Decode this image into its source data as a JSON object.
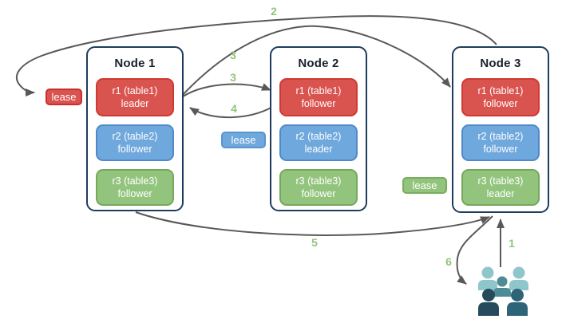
{
  "diagram": {
    "title": "range-lease-replication-diagram",
    "nodes": [
      {
        "title": "Node 1",
        "replicas": [
          {
            "range": "r1 (table1)",
            "role": "leader",
            "color": "red"
          },
          {
            "range": "r2 (table2)",
            "role": "follower",
            "color": "blue"
          },
          {
            "range": "r3 (table3)",
            "role": "follower",
            "color": "green"
          }
        ]
      },
      {
        "title": "Node 2",
        "replicas": [
          {
            "range": "r1 (table1)",
            "role": "follower",
            "color": "red"
          },
          {
            "range": "r2 (table2)",
            "role": "leader",
            "color": "blue"
          },
          {
            "range": "r3 (table3)",
            "role": "follower",
            "color": "green"
          }
        ]
      },
      {
        "title": "Node 3",
        "replicas": [
          {
            "range": "r1 (table1)",
            "role": "follower",
            "color": "red"
          },
          {
            "range": "r2 (table2)",
            "role": "follower",
            "color": "blue"
          },
          {
            "range": "r3 (table3)",
            "role": "leader",
            "color": "green"
          }
        ]
      }
    ],
    "leases": [
      {
        "label": "lease",
        "color": "red"
      },
      {
        "label": "lease",
        "color": "blue"
      },
      {
        "label": "lease",
        "color": "green"
      }
    ],
    "steps": {
      "s1": "1",
      "s2": "2",
      "s3a": "3",
      "s3b": "3",
      "s4": "4",
      "s5": "5",
      "s6": "6"
    },
    "icons": [
      {
        "name": "users-icon"
      }
    ],
    "colors": {
      "red_fill": "#d9534f",
      "red_border": "#cf3a32",
      "blue_fill": "#6fa8dc",
      "blue_border": "#5089c9",
      "green_fill": "#93c47d",
      "green_border": "#74a85a",
      "node_border": "#1e3c5f",
      "arrow": "#595959",
      "step_label": "#93c47d",
      "people_light": "#8fc6cb",
      "people_medium": "#4d8c95",
      "people_dark": "#264b5c",
      "people_dark2": "#2e6477"
    }
  }
}
